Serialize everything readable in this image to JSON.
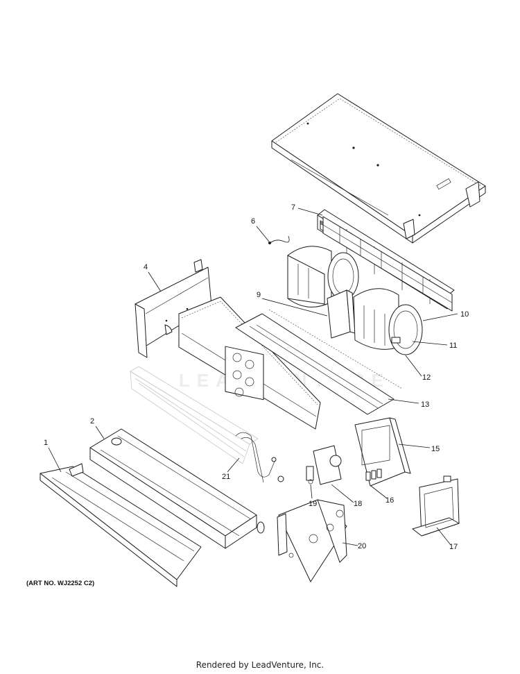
{
  "art_number": "(ART NO. WJ2252 C2)",
  "footer": "Rendered by LeadVenture, Inc.",
  "callouts": [
    "1",
    "2",
    "4",
    "6",
    "7",
    "9",
    "10",
    "11",
    "12",
    "13",
    "15",
    "16",
    "17",
    "18",
    "19",
    "20",
    "21"
  ]
}
